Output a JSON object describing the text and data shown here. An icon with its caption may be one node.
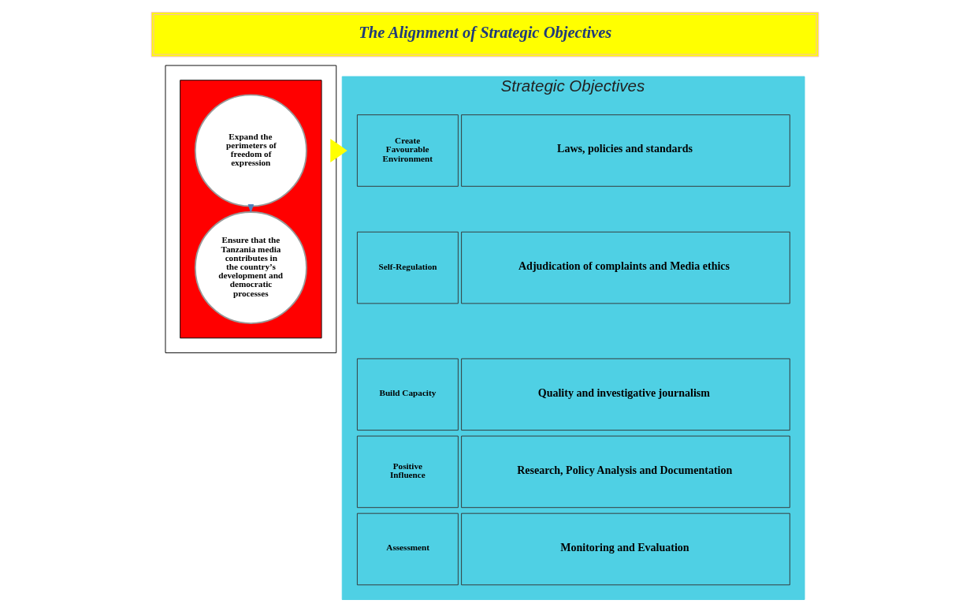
{
  "diagram": {
    "title": "The Alignment of Strategic Objectives",
    "nodes": [
      {
        "text": [],
        "shape": "box"
      },
      {
        "text": [],
        "shape": "box",
        "in": 0
      },
      {
        "text": [
          "Expand the perimeters of freedom of expression"
        ],
        "in": 1
      },
      {
        "text": [
          "Ensure that the Tanzania media contributes in the country’s development and democratic processes"
        ],
        "in": 1
      },
      {
        "text": [
          "Strategic Objectives"
        ]
      },
      {
        "text": [
          "Create Favourable Environment"
        ],
        "in": 4
      },
      {
        "text": [
          "Laws, policies and standards"
        ],
        "in": 4
      },
      {
        "text": [
          "Self-Regulation"
        ],
        "in": 4
      },
      {
        "text": [
          "Adjudication of complaints and Media ethics"
        ],
        "in": 4
      },
      {
        "text": [
          "Build Capacity"
        ],
        "in": 4
      },
      {
        "text": [
          "Quality and investigative journalism"
        ],
        "in": 4
      },
      {
        "text": [
          "Positive Influence"
        ],
        "in": 4
      },
      {
        "text": [
          "Research, Policy Analysis and Documentation"
        ],
        "in": 4
      },
      {
        "text": [
          "Assessment"
        ],
        "in": 4
      },
      {
        "text": [
          "Monitoring and Evaluation"
        ],
        "in": 4
      }
    ],
    "edges": [
      {
        "from": 2,
        "to": 3,
        "arrow": "to",
        "color": "#4f81bd"
      },
      {
        "from": 0,
        "to": 4,
        "arrow": "to",
        "style": "thick",
        "color": "#ffff00"
      }
    ]
  }
}
